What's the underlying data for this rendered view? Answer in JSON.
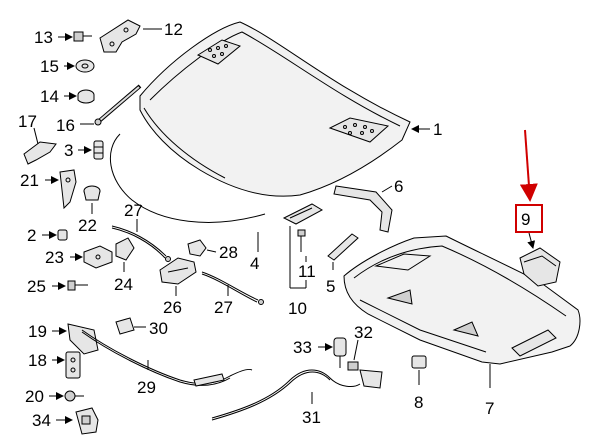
{
  "diagram": {
    "highlight": {
      "label": "9",
      "color": "#d00000"
    },
    "labels": {
      "l1": "1",
      "l2": "2",
      "l3": "3",
      "l4": "4",
      "l5": "5",
      "l6": "6",
      "l7": "7",
      "l8": "8",
      "l10": "10",
      "l11": "11",
      "l12": "12",
      "l13": "13",
      "l14": "14",
      "l15": "15",
      "l16": "16",
      "l17": "17",
      "l19": "19",
      "l18": "18",
      "l20": "20",
      "l21": "21",
      "l22": "22",
      "l23": "23",
      "l24": "24",
      "l25": "25",
      "l26": "26",
      "l27a": "27",
      "l27b": "27",
      "l28": "28",
      "l29": "29",
      "l30": "30",
      "l31": "31",
      "l32": "32",
      "l33": "33",
      "l34": "34"
    }
  }
}
